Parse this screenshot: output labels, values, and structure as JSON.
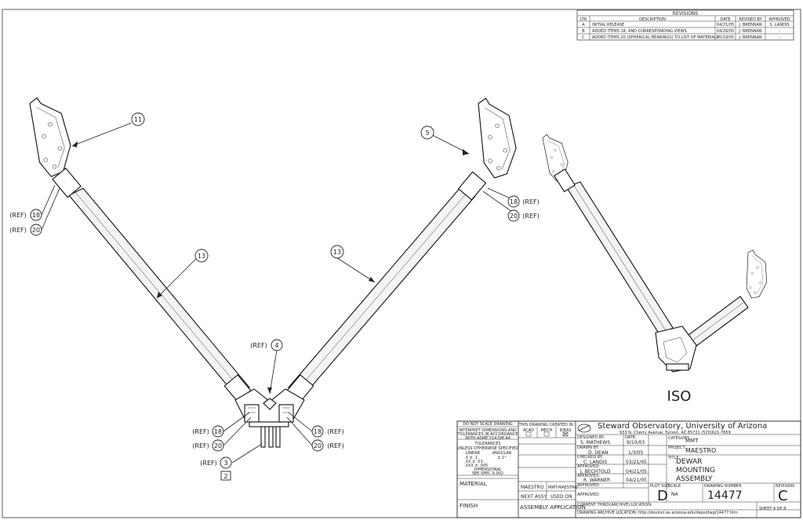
{
  "revisions": {
    "title": "REVISIONS",
    "headers": [
      "LTR",
      "DESCRIPTION",
      "DATE",
      "REVISED BY",
      "APPROVED"
    ],
    "rows": [
      [
        "A",
        "INITIAL RELEASE",
        "04/21/05",
        "J. BRENNAN",
        "S. LANDIS"
      ],
      [
        "B",
        "ADDED ITEMS 18, AND CORRESPONDING VIEWS",
        "04/26/05",
        "J. BRENNAN",
        "-"
      ],
      [
        "C",
        "ADDED ITEMS 20 (SPHERICAL BEARINGS) TO LIST OF MATERIALS",
        "05/19/05",
        "J. BRENNAN",
        "-"
      ]
    ]
  },
  "callouts": {
    "c11": "11",
    "c5": "5",
    "c13a": "13",
    "c13b": "13",
    "c4": "4",
    "c18a": "18",
    "c20a": "20",
    "c18b": "18",
    "c20b": "20",
    "c18c": "18",
    "c20c": "20",
    "c18d": "18",
    "c20d": "20",
    "c3": "3",
    "c2": "2",
    "ref": "(REF)"
  },
  "iso_label": "ISO",
  "title_block": {
    "do_not_scale": "DO NOT SCALE DRAWING",
    "interpret": [
      "INTERPRET DIMENSIONS AND",
      "TOLERANCES IN ACCORDANCE",
      "WITH ASME Y14.5M-94"
    ],
    "tolerances": "TOLERANCES",
    "unless": "UNLESS OTHERWISE SPECIFIED",
    "linear": "LINEAR",
    "angular": "ANGULAR",
    "linear_vals": [
      ".X ± .1",
      ".XX ± .01",
      ".XXX ± .005"
    ],
    "angular_val": "± 1°",
    "dimensional": "DIMENSIONAL",
    "see_spec": "SEE SPEC S-002",
    "material": "MATERIAL",
    "finish": "FINISH",
    "created_in": "THIS DRAWING CREATED IN:",
    "cad_options": [
      "ACAD",
      "MECH",
      "IDEAS"
    ],
    "designed_by_label": "DESIGNED BY:",
    "designed_by": "S. MATHEWS",
    "date_label": "DATE:",
    "designed_date": "9/10/03",
    "drawn_by_label": "DRAWN BY:",
    "drawn_by": "D. DEAN",
    "drawn_date": "1/3/05",
    "checked_label": "CHECKED BY:",
    "checked_by": "C. LANDIS",
    "checked_date": "03/21/05",
    "approved_label": "APPROVED:",
    "approved_1": "J. BECHTOLD",
    "approved_1_date": "04/21/05",
    "approved_2": "R. WARNER",
    "approved_2_date": "04/21/05",
    "approved_3_label": "APPROVED:",
    "approved_4_label": "APPROVED:",
    "maestro": "MAESTRO",
    "mmt_maestro": "MMT-MAESTRO",
    "next_assy": "NEXT ASSY",
    "used_on": "USED ON",
    "assembly_app": "ASSEMBLY APPLICATION",
    "org_name": "Steward Observatory, University of Arizona",
    "org_address": "933 N. Cherry Avenue, Tucson, AZ 85721  (520)621-7659",
    "category_label": "CATEGORY:",
    "category": "MMT",
    "project_label": "PROJECT:",
    "project": "MAESTRO",
    "title_label": "TITLE:",
    "title_lines": [
      "DEWAR",
      "MOUNTING",
      "ASSEMBLY"
    ],
    "plot_size_label": "PLOT SIZE",
    "plot_size": "D",
    "scale_label": "SCALE",
    "scale": "NA",
    "dwg_no_label": "DRAWING NUMBER",
    "dwg_no": "14477",
    "revision_label": "REVISION",
    "revision": "C",
    "current_loc": "CURRENT THIRD(ARCHIVE) LOCATION:",
    "archive_loc": "DRAWING ARCHIVE LOCATION: http://devinst.as.arizona.edu/deps/dwg/14477.htm",
    "sheet": "SHEET 4 OF 8"
  }
}
